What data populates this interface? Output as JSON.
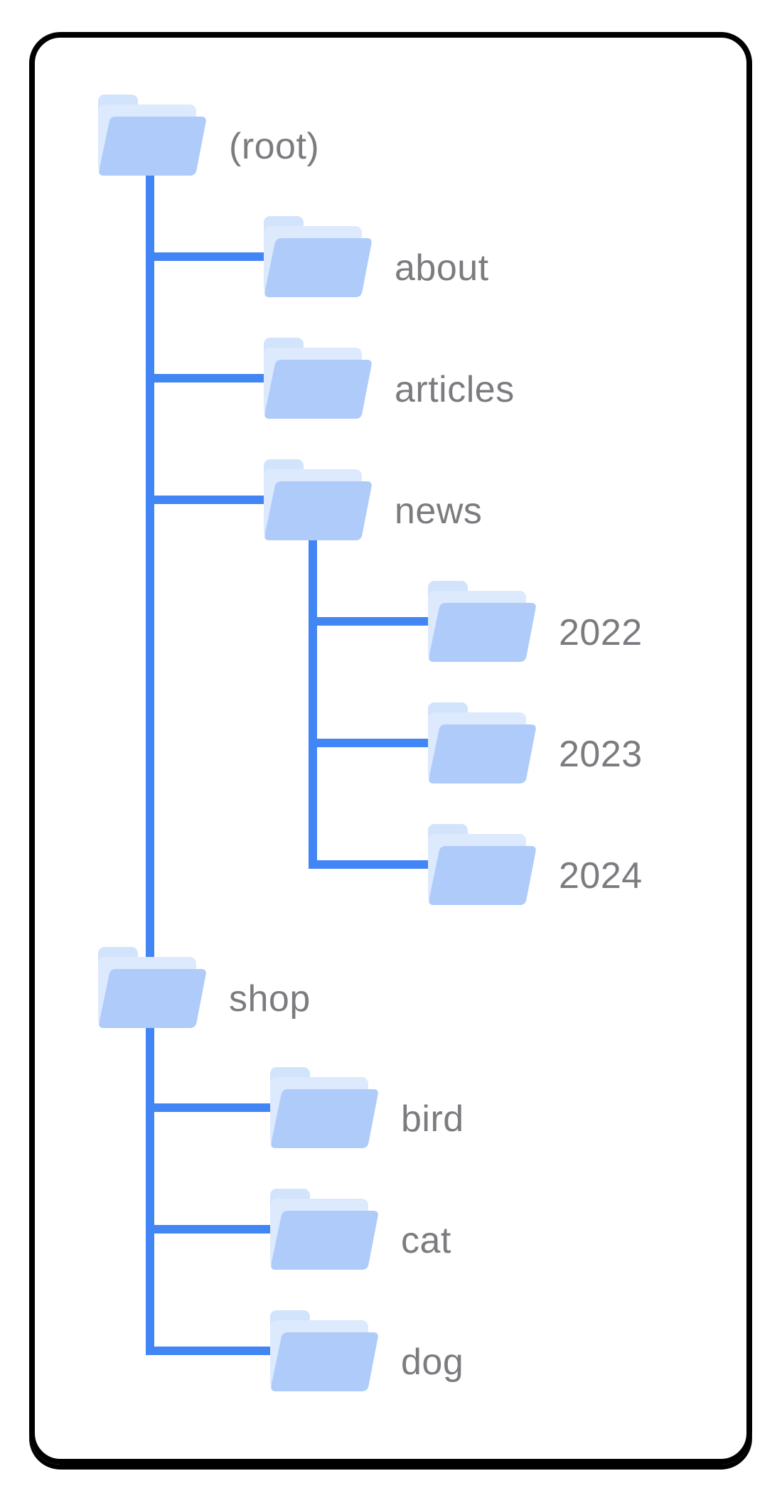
{
  "diagram": {
    "type": "folder-tree",
    "colors": {
      "connector": "#4285f4",
      "label": "#7b7c7f",
      "folder_front": "#aecbfa",
      "folder_back": "#dde9fd",
      "folder_tab": "#d2e3fc",
      "card_border": "#000000",
      "background": "#ffffff"
    },
    "tree": {
      "nodes": [
        {
          "label": "(root)",
          "level": 0,
          "parent": null
        },
        {
          "label": "about",
          "level": 1,
          "parent": "(root)"
        },
        {
          "label": "articles",
          "level": 1,
          "parent": "(root)"
        },
        {
          "label": "news",
          "level": 1,
          "parent": "(root)"
        },
        {
          "label": "2022",
          "level": 2,
          "parent": "news"
        },
        {
          "label": "2023",
          "level": 2,
          "parent": "news"
        },
        {
          "label": "2024",
          "level": 2,
          "parent": "news"
        },
        {
          "label": "shop",
          "level": 0,
          "parent": null
        },
        {
          "label": "bird",
          "level": 1,
          "parent": "shop"
        },
        {
          "label": "cat",
          "level": 1,
          "parent": "shop"
        },
        {
          "label": "dog",
          "level": 1,
          "parent": "shop"
        }
      ]
    }
  }
}
